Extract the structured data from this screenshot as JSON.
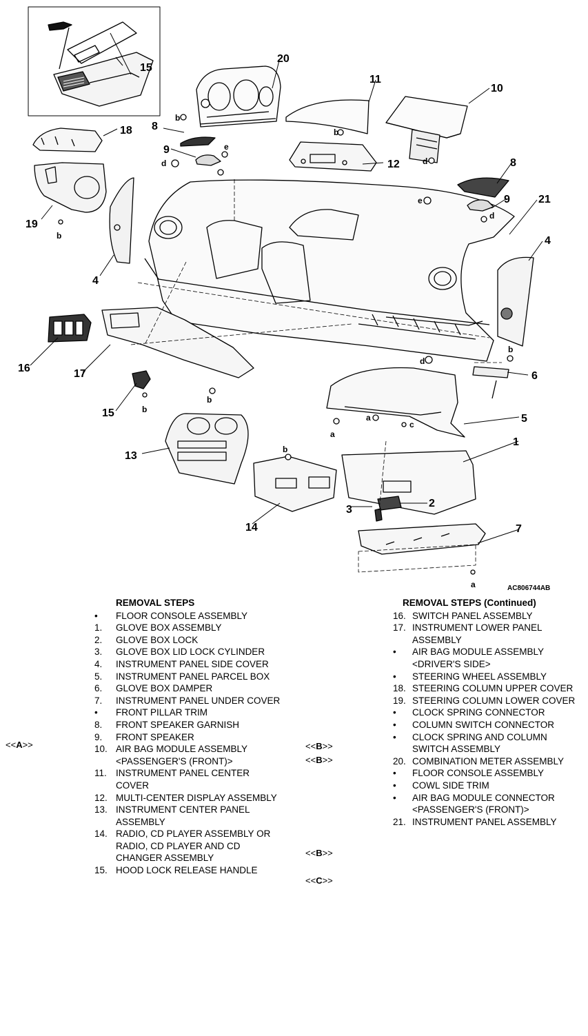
{
  "figure_code": "AC806744AB",
  "callouts": {
    "n1": "1",
    "n2": "2",
    "n3": "3",
    "n4a": "4",
    "n4b": "4",
    "n5": "5",
    "n6": "6",
    "n7": "7",
    "n8a": "8",
    "n8b": "8",
    "n9a": "9",
    "n9b": "9",
    "n10": "10",
    "n11": "11",
    "n12": "12",
    "n13": "13",
    "n14": "14",
    "n15a": "15",
    "n15b": "15",
    "n16": "16",
    "n17": "17",
    "n18": "18",
    "n19": "19",
    "n20": "20",
    "n21": "21"
  },
  "fasteners": {
    "a1": "a",
    "a2": "a",
    "a3": "a",
    "b1": "b",
    "b2": "b",
    "b3": "b",
    "b4": "b",
    "b5": "b",
    "b6": "b",
    "b7": "b",
    "c1": "c",
    "d1": "d",
    "d2": "d",
    "d3": "d",
    "d4": "d",
    "e1": "e",
    "e2": "e"
  },
  "left_column": {
    "header": "REMOVAL STEPS",
    "items": [
      {
        "mk": "•",
        "text": "FLOOR CONSOLE ASSEMBLY"
      },
      {
        "mk": "1.",
        "text": "GLOVE BOX ASSEMBLY"
      },
      {
        "mk": "2.",
        "text": "GLOVE BOX LOCK"
      },
      {
        "mk": "3.",
        "text": "GLOVE BOX LID LOCK CYLINDER"
      },
      {
        "mk": "4.",
        "text": "INSTRUMENT PANEL SIDE COVER"
      },
      {
        "mk": "5.",
        "text": "INSTRUMENT PANEL PARCEL BOX"
      },
      {
        "mk": "6.",
        "text": "GLOVE BOX DAMPER"
      },
      {
        "mk": "7.",
        "text": "INSTRUMENT PANEL UNDER COVER"
      },
      {
        "mk": "•",
        "text": "FRONT PILLAR TRIM"
      },
      {
        "mk": "8.",
        "text": "FRONT SPEAKER GARNISH"
      },
      {
        "mk": "9.",
        "text": "FRONT SPEAKER"
      },
      {
        "mk": "10.",
        "text": "AIR BAG MODULE ASSEMBLY <PASSENGER'S (FRONT)>"
      },
      {
        "mk": "11.",
        "text": "INSTRUMENT PANEL CENTER COVER"
      },
      {
        "mk": "12.",
        "text": "MULTI-CENTER DISPLAY ASSEMBLY"
      },
      {
        "mk": "13.",
        "text": "INSTRUMENT CENTER PANEL ASSEMBLY"
      },
      {
        "mk": "14.",
        "text": "RADIO, CD PLAYER ASSEMBLY OR RADIO, CD PLAYER AND CD CHANGER ASSEMBLY"
      },
      {
        "mk": "15.",
        "text": "HOOD LOCK RELEASE HANDLE"
      }
    ],
    "side_note": {
      "pre": "<<",
      "key": "A",
      "post": ">>"
    }
  },
  "right_column": {
    "header": "REMOVAL STEPS (Continued)",
    "items": [
      {
        "mk": "16.",
        "text": "SWITCH PANEL ASSEMBLY"
      },
      {
        "mk": "17.",
        "text": "INSTRUMENT LOWER PANEL ASSEMBLY"
      },
      {
        "mk": "•",
        "text": "AIR BAG MODULE ASSEMBLY <DRIVER'S SIDE>"
      },
      {
        "mk": "•",
        "text": "STEERING WHEEL ASSEMBLY"
      },
      {
        "mk": "18.",
        "text": "STEERING COLUMN UPPER COVER"
      },
      {
        "mk": "19.",
        "text": "STEERING COLUMN LOWER COVER"
      },
      {
        "mk": "•",
        "text": "CLOCK SPRING CONNECTOR"
      },
      {
        "mk": "•",
        "text": "COLUMN SWITCH CONNECTOR"
      },
      {
        "mk": "•",
        "text": "CLOCK SPRING AND COLUMN SWITCH ASSEMBLY"
      },
      {
        "mk": "20.",
        "text": "COMBINATION METER ASSEMBLY"
      },
      {
        "mk": "•",
        "text": "FLOOR CONSOLE ASSEMBLY"
      },
      {
        "mk": "•",
        "text": "COWL SIDE TRIM"
      },
      {
        "mk": "•",
        "text": "AIR BAG MODULE CONNECTOR <PASSENGER'S (FRONT)>"
      },
      {
        "mk": "21.",
        "text": "INSTRUMENT PANEL ASSEMBLY"
      }
    ],
    "side_notes": [
      {
        "pre": "<<",
        "key": "B",
        "post": ">>"
      },
      {
        "pre": "<<",
        "key": "B",
        "post": ">>"
      },
      {
        "pre": "<<",
        "key": "B",
        "post": ">>"
      },
      {
        "pre": "<<",
        "key": "C",
        "post": ">>"
      }
    ]
  }
}
